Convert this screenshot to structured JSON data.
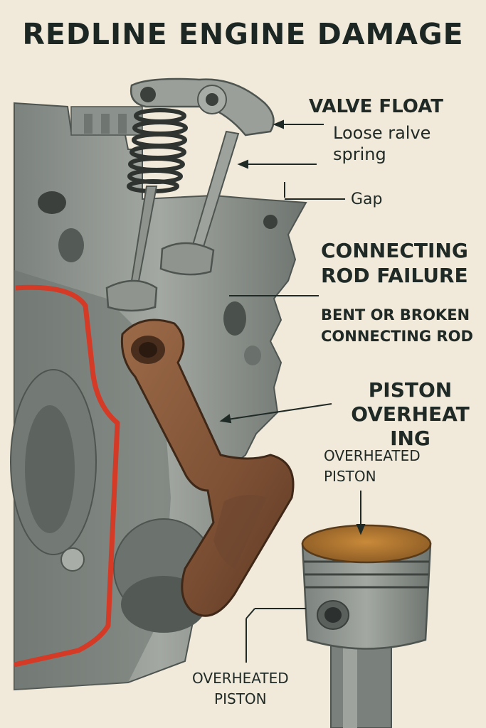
{
  "title": "REDLINE ENGINE DAMAGE",
  "labels": {
    "valve_float": "VALVE FLOAT",
    "loose_valve_spring": "Loose ralve\nspring",
    "gap": "Gap",
    "connecting_rod_failure": "CONNECTING\nROD FAILURE",
    "bent_or_broken_rod": "BENT OR BROKEN\nCONNECTING ROD",
    "piston_overheating": "PISTON\nOVERHEAT ING",
    "overheated_piston_top": "OVERHEATED\nPISTON",
    "overheated_piston_bottom": "OVERHEATED\nPISTON"
  },
  "colors": {
    "background": "#f1e9d9",
    "engine_metal": "#8f958f",
    "engine_shadow": "#5c625e",
    "coolant_line": "#d43a26",
    "connecting_rod": "#8a5a3c",
    "piston_crown": "#b9792f",
    "ink": "#1f2a26"
  },
  "icons": {
    "engine_block": "engine-block-illustration",
    "valve_spring": "coil-spring-illustration",
    "connecting_rod": "connecting-rod-illustration",
    "piston": "piston-illustration"
  }
}
